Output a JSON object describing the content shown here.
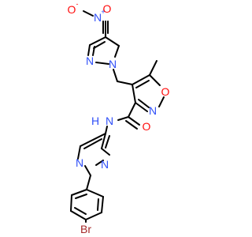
{
  "molecule": {
    "atoms": {
      "nitro_n": "N",
      "nitro_o1": "O",
      "nitro_o2": "O",
      "pyrazole1_n1": "N",
      "pyrazole1_n2": "N",
      "isoxazole_o": "O",
      "isoxazole_n": "N",
      "amide_o": "O",
      "amide_n": "N",
      "amide_h": "H",
      "pyrazole2_n1": "N",
      "pyrazole2_n2": "N",
      "bromine": "Br"
    },
    "charges": {
      "nitro_plus": "+",
      "nitro_minus": "-"
    },
    "colors": {
      "nitrogen": "#3050F8",
      "oxygen": "#FF0D0D",
      "bromine": "#A62929",
      "bond": "#000000"
    }
  }
}
